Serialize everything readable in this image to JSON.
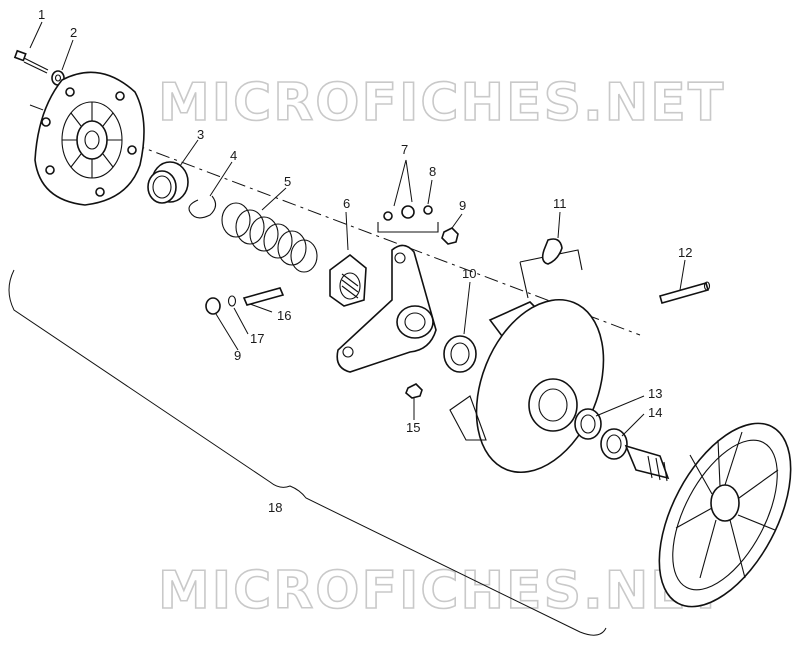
{
  "watermark": {
    "top": "MICROFICHES.NET",
    "bottom": "MICROFICHES.NET"
  },
  "callouts": [
    {
      "id": "c1",
      "label": "1"
    },
    {
      "id": "c2",
      "label": "2"
    },
    {
      "id": "c3",
      "label": "3"
    },
    {
      "id": "c4",
      "label": "4"
    },
    {
      "id": "c5",
      "label": "5"
    },
    {
      "id": "c6",
      "label": "6"
    },
    {
      "id": "c7",
      "label": "7"
    },
    {
      "id": "c8",
      "label": "8"
    },
    {
      "id": "c9a",
      "label": "9"
    },
    {
      "id": "c9b",
      "label": "9"
    },
    {
      "id": "c10",
      "label": "10"
    },
    {
      "id": "c11",
      "label": "11"
    },
    {
      "id": "c12",
      "label": "12"
    },
    {
      "id": "c13",
      "label": "13"
    },
    {
      "id": "c14",
      "label": "14"
    },
    {
      "id": "c15",
      "label": "15"
    },
    {
      "id": "c16",
      "label": "16"
    },
    {
      "id": "c17",
      "label": "17"
    },
    {
      "id": "c18",
      "label": "18"
    }
  ]
}
